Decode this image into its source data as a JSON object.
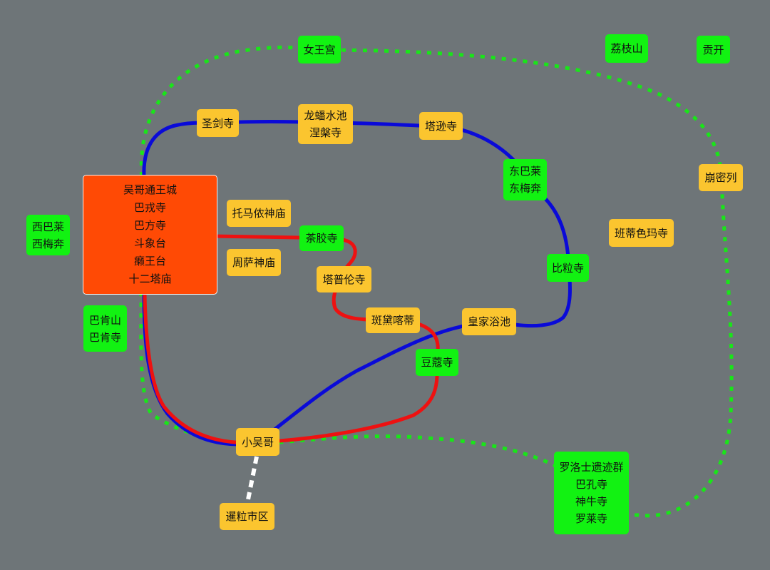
{
  "colors": {
    "background": "#6e7578",
    "blue_route": "#0a0ad8",
    "red_route": "#ee1111",
    "green_route": "#19e519",
    "white_route": "#ffffff",
    "yellow_node": "#fbc52f",
    "green_node": "#12f212",
    "orange_node": "#ff4a05"
  },
  "nodes": {
    "angkor_thom": [
      "吴哥通王城",
      "巴戎寺",
      "巴方寺",
      "斗象台",
      "癞王台",
      "十二塔庙"
    ],
    "thommanon": [
      "托马侬神庙"
    ],
    "chau_say": [
      "周萨神庙"
    ],
    "ta_keo": [
      "茶胶寺"
    ],
    "ta_prohm": [
      "塔普伦寺"
    ],
    "banteay_kdei": [
      "斑黛喀蒂"
    ],
    "srah_srang": [
      "皇家浴池"
    ],
    "prasat_kravan": [
      "豆蔻寺"
    ],
    "angkor_wat": [
      "小吴哥"
    ],
    "siem_reap": [
      "暹粒市区"
    ],
    "preah_khan": [
      "圣剑寺"
    ],
    "neak_pean": [
      "龙蟠水池",
      "涅槃寺"
    ],
    "ta_som": [
      "塔逊寺"
    ],
    "east_baray": [
      "东巴莱",
      "东梅奔"
    ],
    "pre_rup": [
      "比粒寺"
    ],
    "banteay_samre": [
      "班蒂色玛寺"
    ],
    "banteay_srei": [
      "女王宫"
    ],
    "kulen": [
      "荔枝山"
    ],
    "koh_ker": [
      "贡开"
    ],
    "beng_mealea": [
      "崩密列"
    ],
    "west_baray": [
      "西巴莱",
      "西梅奔"
    ],
    "bakheng": [
      "巴肯山",
      "巴肯寺"
    ],
    "roluos": [
      "罗洛士遗迹群",
      "巴孔寺",
      "神牛寺",
      "罗莱寺"
    ]
  }
}
